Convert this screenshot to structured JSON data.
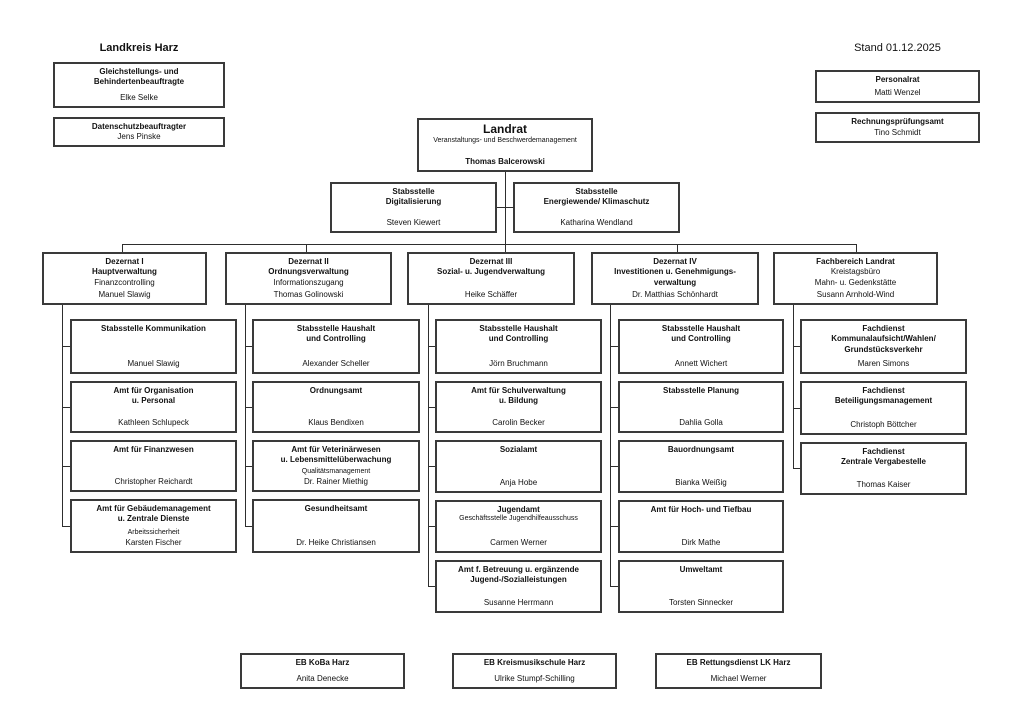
{
  "colors": {
    "box_border": "#3a3a3a",
    "line": "#2e2e2e",
    "text": "#111111",
    "background": "#ffffff"
  },
  "header": {
    "title": "Landkreis Harz",
    "date": "Stand 01.12.2025"
  },
  "standalone": {
    "gleichstellung": {
      "title": "Gleichstellungs- und\nBehindertenbeauftragte",
      "name": "Elke Selke"
    },
    "datenschutz": {
      "title": "Datenschutzbeauftragter",
      "name": "Jens Pinske"
    },
    "personalrat": {
      "title": "Personalrat",
      "name": "Matti Wenzel"
    },
    "rechnungspruefungsamt": {
      "title": "Rechnungsprüfungsamt",
      "name": "Tino Schmidt"
    }
  },
  "landrat": {
    "title": "Landrat",
    "sub": "Veranstaltungs- und Beschwerdemanagement",
    "name": "Thomas Balcerowski"
  },
  "stabsstellen": [
    {
      "title": "Stabsstelle\nDigitalisierung",
      "name": "Steven Kiewert"
    },
    {
      "title": "Stabsstelle\nEnergiewende/ Klimaschutz",
      "name": "Katharina Wendland"
    }
  ],
  "departments": [
    {
      "title": "Dezernat I\nHauptverwaltung",
      "sub": "Finanzcontrolling",
      "name": "Manuel Slawig"
    },
    {
      "title": "Dezernat II\nOrdnungsverwaltung",
      "sub": "Informationszugang",
      "name": "Thomas Golinowski"
    },
    {
      "title": "Dezernat III\nSozial- u. Jugendverwaltung",
      "name": "Heike Schäffer"
    },
    {
      "title": "Dezernat IV\nInvestitionen u. Genehmigungs-\nverwaltung",
      "name": "Dr. Matthias Schönhardt"
    },
    {
      "title": "Fachbereich Landrat",
      "sub": "Kreistagsbüro\nMahn- u. Gedenkstätte",
      "name": "Susann Arnhold-Wind"
    }
  ],
  "columns": [
    {
      "boxes": [
        {
          "title": "Stabsstelle Kommunikation",
          "name": "Manuel Slawig"
        },
        {
          "title": "Amt für Organisation\nu. Personal",
          "name": "Kathleen Schlupeck"
        },
        {
          "title": "Amt für Finanzwesen",
          "name": "Christopher Reichardt"
        },
        {
          "title": "Amt für Gebäudemanagement\nu. Zentrale Dienste",
          "sub": "Arbeitssicherheit",
          "name": "Karsten Fischer"
        }
      ]
    },
    {
      "boxes": [
        {
          "title": "Stabsstelle Haushalt\nund Controlling",
          "name": "Alexander Scheller"
        },
        {
          "title": "Ordnungsamt",
          "name": "Klaus Bendixen"
        },
        {
          "title": "Amt für Veterinärwesen\nu. Lebensmittelüberwachung",
          "sub": "Qualitätsmanagement",
          "name": "Dr. Rainer Miethig"
        },
        {
          "title": "Gesundheitsamt",
          "name": "Dr. Heike Christiansen"
        }
      ]
    },
    {
      "boxes": [
        {
          "title": "Stabsstelle Haushalt\nund Controlling",
          "name": "Jörn Bruchmann"
        },
        {
          "title": "Amt für Schulverwaltung\nu. Bildung",
          "name": "Carolin Becker"
        },
        {
          "title": "Sozialamt",
          "name": "Anja Hobe"
        },
        {
          "title": "Jugendamt",
          "sub": "Geschäftsstelle Jugendhilfeausschuss",
          "name": "Carmen Werner"
        },
        {
          "title": "Amt f. Betreuung u. ergänzende\nJugend-/Sozialleistungen",
          "name": "Susanne Herrmann"
        }
      ]
    },
    {
      "boxes": [
        {
          "title": "Stabsstelle Haushalt\nund Controlling",
          "name": "Annett Wichert"
        },
        {
          "title": "Stabsstelle Planung",
          "name": "Dahlia Golla"
        },
        {
          "title": "Bauordnungsamt",
          "name": "Bianka Weißig"
        },
        {
          "title": "Amt für Hoch- und Tiefbau",
          "name": "Dirk Mathe"
        },
        {
          "title": "Umweltamt",
          "name": "Torsten Sinnecker"
        }
      ]
    },
    {
      "boxes": [
        {
          "title": "Fachdienst\nKommunalaufsicht/Wahlen/\nGrundstücksverkehr",
          "name": "Maren Simons"
        },
        {
          "title": "Fachdienst\nBeteiligungsmanagement",
          "name": "Christoph Böttcher"
        },
        {
          "title": "Fachdienst\nZentrale Vergabestelle",
          "name": "Thomas Kaiser"
        }
      ]
    }
  ],
  "enterprises": [
    {
      "title": "EB KoBa Harz",
      "name": "Anita Denecke"
    },
    {
      "title": "EB Kreismusikschule Harz",
      "name": "Ulrike Stumpf-Schilling"
    },
    {
      "title": "EB Rettungsdienst LK Harz",
      "name": "Michael Werner"
    }
  ]
}
